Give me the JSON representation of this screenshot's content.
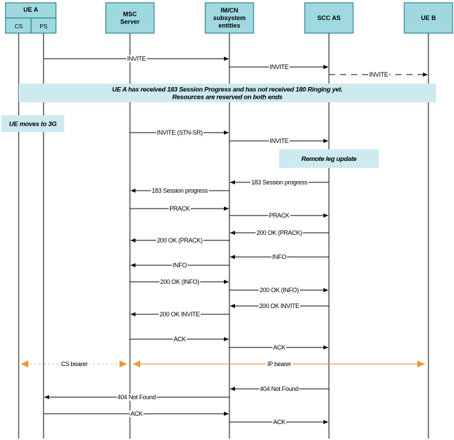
{
  "colors": {
    "header_fill": "#9fd9df",
    "header_stroke": "#0b6d78",
    "note_fill": "#cdeaf0",
    "lifeline": "#000000",
    "bearer": "#f0963a"
  },
  "ue_a": {
    "title": "UE A",
    "cs": "CS",
    "ps": "PS"
  },
  "entities": [
    {
      "id": "msc",
      "lines": [
        "MSC",
        "Server"
      ]
    },
    {
      "id": "ims",
      "lines": [
        "IM/CN",
        "subsystem",
        "entities"
      ]
    },
    {
      "id": "scc",
      "lines": [
        "SCC AS"
      ]
    },
    {
      "id": "ueb",
      "lines": [
        "UE B"
      ]
    }
  ],
  "messages": [
    {
      "label": "INVITE",
      "from": "ps",
      "to": "ims",
      "dashed": false
    },
    {
      "label": "INVITE",
      "from": "ims",
      "to": "scc",
      "dashed": false
    },
    {
      "label": "INVITE",
      "from": "scc",
      "to": "ueb",
      "dashed": true
    },
    {
      "label": "INVITE (STN-SR)",
      "from": "msc",
      "to": "ims",
      "dashed": false
    },
    {
      "label": "INVITE",
      "from": "ims",
      "to": "scc",
      "dashed": false
    },
    {
      "label": "183 Session progress",
      "from": "scc",
      "to": "ims",
      "dashed": false
    },
    {
      "label": "183 Session progress",
      "from": "ims",
      "to": "msc",
      "dashed": false
    },
    {
      "label": "PRACK",
      "from": "msc",
      "to": "ims",
      "dashed": false
    },
    {
      "label": "PRACK",
      "from": "ims",
      "to": "scc",
      "dashed": false
    },
    {
      "label": "200 OK (PRACK)",
      "from": "scc",
      "to": "ims",
      "dashed": false
    },
    {
      "label": "200 OK (PRACK)",
      "from": "ims",
      "to": "msc",
      "dashed": false
    },
    {
      "label": "INFO",
      "from": "scc",
      "to": "ims",
      "dashed": false
    },
    {
      "label": "INFO",
      "from": "ims",
      "to": "msc",
      "dashed": false
    },
    {
      "label": "200 OK (INFO)",
      "from": "msc",
      "to": "ims",
      "dashed": false
    },
    {
      "label": "200 OK (INFO)",
      "from": "ims",
      "to": "scc",
      "dashed": false
    },
    {
      "label": "200 OK INVITE",
      "from": "scc",
      "to": "ims",
      "dashed": false
    },
    {
      "label": "200 OK INVITE",
      "from": "ims",
      "to": "msc",
      "dashed": false
    },
    {
      "label": "ACK",
      "from": "msc",
      "to": "ims",
      "dashed": false
    },
    {
      "label": "ACK",
      "from": "ims",
      "to": "scc",
      "dashed": false
    },
    {
      "label": "404 Not Found",
      "from": "scc",
      "to": "ims",
      "dashed": false
    },
    {
      "label": "404 Not Found",
      "from": "ims",
      "to": "ps",
      "dashed": false
    },
    {
      "label": "ACK",
      "from": "ps",
      "to": "ims",
      "dashed": false
    },
    {
      "label": "ACK",
      "from": "ims",
      "to": "scc",
      "dashed": false
    }
  ],
  "notes": [
    {
      "id": "progress-note",
      "lines": [
        "UE A has received 183 Session Progress and has not received 180 Ringing yet.",
        "Resources are reserved on both ends"
      ]
    },
    {
      "id": "moves-note",
      "lines": [
        "UE moves to 3G"
      ]
    },
    {
      "id": "remote-leg-note",
      "lines": [
        "Remote leg update"
      ]
    }
  ],
  "bearers": [
    {
      "label": "CS bearer",
      "from": "cs",
      "to": "msc",
      "style": "dotted"
    },
    {
      "label": "IP bearer",
      "from": "msc",
      "to": "ueb",
      "style": "solid"
    }
  ]
}
